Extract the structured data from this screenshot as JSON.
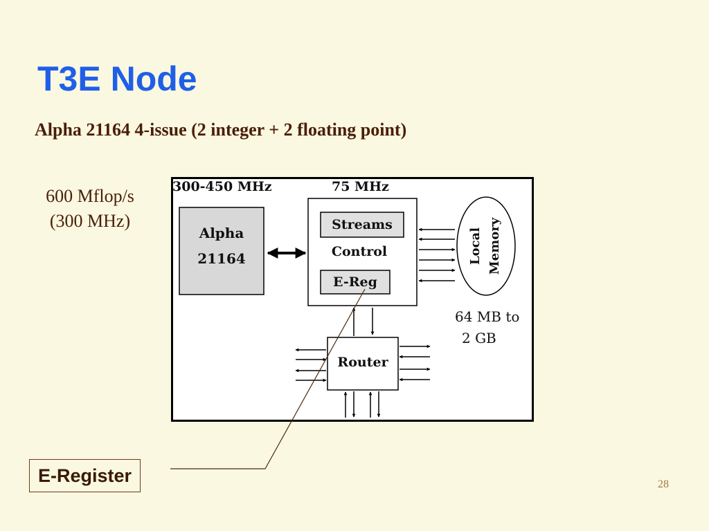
{
  "slide": {
    "title": "T3E Node",
    "subtitle": "Alpha 21164 4-issue (2 integer + 2 floating point)",
    "side_note": {
      "line1": "600 Mflop/s",
      "line2": "(300 MHz)"
    },
    "callout_label": "E-Register",
    "page_number": "28"
  },
  "diagram": {
    "clock_alpha": "300-450 MHz",
    "clock_control": "75 MHz",
    "alpha_label_line1": "Alpha",
    "alpha_label_line2": "21164",
    "streams_label": "Streams",
    "control_label": "Control",
    "ereg_label": "E-Reg",
    "memory_label_line1": "Local",
    "memory_label_line2": "Memory",
    "memory_size_line1": "64 MB to",
    "memory_size_line2": "2 GB",
    "router_label": "Router"
  },
  "colors": {
    "background": "#FAF8E0",
    "title": "#1F5FE8",
    "text": "#4A1E08",
    "processor_fill": "#D8D8D8",
    "inner_box_fill": "#E0E0E0"
  }
}
